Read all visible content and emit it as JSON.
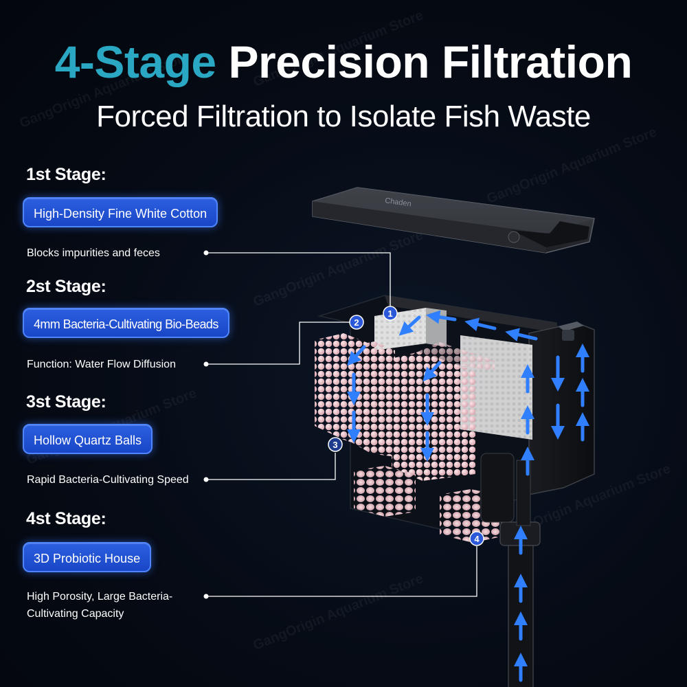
{
  "header": {
    "title_accent": "4-Stage",
    "title_main": "Precision Filtration",
    "subtitle": "Forced Filtration to Isolate Fish Waste"
  },
  "stages": [
    {
      "heading": "1st Stage:",
      "label": "High-Density Fine White Cotton",
      "description": "Blocks impurities and feces",
      "marker": "1"
    },
    {
      "heading": "2st Stage:",
      "label": "4mm Bacteria-Cultivating Bio-Beads",
      "description": "Function: Water Flow Diffusion",
      "marker": "2"
    },
    {
      "heading": "3st Stage:",
      "label": "Hollow Quartz Balls",
      "description": "Rapid Bacteria-Cultivating Speed",
      "marker": "3"
    },
    {
      "heading": "4st Stage:",
      "label": "3D Probiotic House",
      "description_line1": "High Porosity, Large Bacteria-",
      "description_line2": "Cultivating Capacity",
      "marker": "4"
    }
  ],
  "product": {
    "lid_brand": "Chaden"
  },
  "watermark": "GangOrigin Aquarium Store",
  "colors": {
    "accent": "#2aa7c2",
    "pill_blue": "#1f4fd6",
    "flow_arrow": "#2f7fff",
    "background": "#050a14"
  }
}
